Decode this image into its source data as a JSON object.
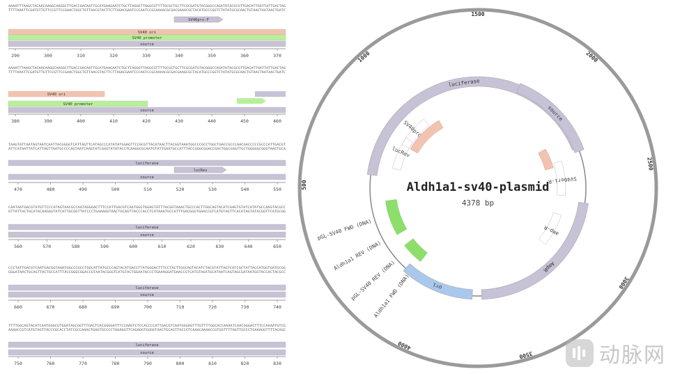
{
  "linear_map": {
    "rows": [
      {
        "seq": [
          "AAAATTTAAGCTACAACAAGGCAAGGCTTGACCGACAATTGCATGAAGAATCTGCTTAGGGTTAGGCGTTTTGCGCTGCTTCGCGATGTACGGGCCAGATATACGCGTTGACATTGATTATTGACTAG",
          "TTTTAAATTCGATGTTGTTCCGTTCCGAACTGGCTGTTAACGTACTTCTTAGACGAATCCCAATCCGCAAAACGCGACGAAGCGCTACATGCCCGGTCTATATGCGCAACTGTAACTAATAACTGATC"
        ],
        "features": [
          {
            "label": "SV40pro-F",
            "kind": "primer"
          },
          {
            "label": "SV40 ori",
            "kind": "ori"
          },
          {
            "label": "SV40 promoter",
            "kind": "promoter"
          },
          {
            "label": "source",
            "kind": "source"
          }
        ],
        "ticks": [
          "290",
          "300",
          "310",
          "320",
          "330",
          "340",
          "350",
          "360",
          "370"
        ]
      },
      {
        "seq": [
          "AAAATTTAAGCTACAACAAGGCAAGGCTTGACCGACAATTGCATGAAGAATCTGCTTAGGGTTAGGCGTTTTGCGCTGCTTCGCGATGTACGGGCCAGATATACGCGTTGACATTGATTATTGACTAG",
          "TTTTAAATTCGATGTTGTTCCGTTCCGAACTGGCTGTTAACGTACTTCTTAGACGAATCCCAATCCGCAAAACGCGACGAAGCGCTACATGCCCGGTCTATATGCGCAACTGTAACTAATAACTGATC"
        ],
        "features": [
          {
            "label": "SV40 ori",
            "kind": "ori"
          },
          {
            "label": "SV40 promoter",
            "kind": "promoter"
          },
          {
            "label": "source",
            "kind": "source"
          }
        ],
        "ticks": [
          "380",
          "390",
          "400",
          "410",
          "420",
          "430",
          "440",
          "450",
          "460"
        ]
      },
      {
        "seq": [
          "TAAGTATTAATAGTAATCAATTACGGGGTCATTAGTTCATAGCCCATATATGGAGTTCCGCGTTACATAACTTACGGTAAATGGCCCGCCTGGCTGACCGCCCAACGACCCCCGCCCATTGACGT",
          "ATTCATAATTATCATTAGTTAATGCCCCAGTAATCAAGTATCGGGTATATACCTCAAGGCGCAATGTATTGAATGCCATTTACCGGGCGGACCGACTGGCGGGTTGCTGGGGGCGGGTAACTGCA"
        ],
        "features": [
          {
            "label": "luciferase",
            "kind": "cds"
          },
          {
            "label": "lucRev",
            "kind": "primer"
          },
          {
            "label": "source",
            "kind": "source"
          }
        ],
        "ticks": [
          "470",
          "480",
          "490",
          "500",
          "510",
          "520",
          "530",
          "540",
          "550"
        ]
      },
      {
        "seq": [
          "CAATAATGACGTATGTTCCCATAGTAACGCCAATAGGGACTTTCCATTGACGTCAATGGGTGGAGTATTTACGGTAAACTGCCCACTTGGCAGTACATCAAGTGTATCATATGCCAAGTACGCC",
          "GTTATTACTGCATACAAGGGTATCATTGCGGTTATCCCTGAAAGGTAACTGCAGTTACCCACCTCATAAATGCCATTTGACGGGTGAACCGTCATGTAGTTCACATAGTATACGGTTCATGCGG"
        ],
        "features": [
          {
            "label": "luciferase",
            "kind": "cds"
          },
          {
            "label": "source",
            "kind": "source"
          }
        ],
        "ticks": [
          "560",
          "570",
          "580",
          "590",
          "600",
          "610",
          "620",
          "630",
          "640",
          "650"
        ]
      },
      {
        "seq": [
          "CCCTATTGACGTCAATGACGGTAAATGGCCCGCCTGGCATTATGCCCAGTACATGACCTTATGGGACTTTCCTACTTGGCAGTACATCTACGTATTAGTCATCGCTATTACCATGGTGATGCGG",
          "GGGATAACTGCAGTTACTGCCATTTACCGGGCGGACCGTAATACGGGTCATGTACTGGAATACCCTGAAAGGATGAACCGTCATGTAGATGCATAATCAGTAGCGATAATGGTACCACTACGCC"
        ],
        "features": [
          {
            "label": "luciferase",
            "kind": "cds"
          },
          {
            "label": "source",
            "kind": "source"
          }
        ],
        "ticks": [
          "660",
          "670",
          "680",
          "690",
          "700",
          "710",
          "720",
          "730",
          "740"
        ]
      },
      {
        "seq": [
          "TTTTGGCAGTACATCAATGGGCGTGGATAGCGGTTTGACTCACGGGGATTTCCAAGTCTCCACCCCATTGACGTCAATGGGAGTTTGTTTTGGCACCAAAATCAACGGGACTTTCCAAAATGTCG",
          "AAAACCGTCATGTAGTTACCCGCACCTATCGCCAAACTGAGTGCCCCTAAAGGTTCAGAGGTGGGGTAACTGCAGTTACCCTCAAACAAAACCGTGGTTTTAGTTGCCCTGAAAGGTTTTACAGC"
        ],
        "features": [
          {
            "label": "luciferase",
            "kind": "cds"
          },
          {
            "label": "source",
            "kind": "source"
          }
        ],
        "ticks": [
          "750",
          "760",
          "770",
          "780",
          "790",
          "800",
          "810",
          "820",
          "830"
        ]
      }
    ]
  },
  "plasmid": {
    "name": "Aldh1a1-sv40-plasmid",
    "length_label": "4378 bp",
    "ticks": [
      {
        "label": "1500",
        "angle": 0
      },
      {
        "label": "2000",
        "angle": 41
      },
      {
        "label": "2500",
        "angle": 82
      },
      {
        "label": "3000",
        "angle": 123
      },
      {
        "label": "3500",
        "angle": 164
      },
      {
        "label": "4000",
        "angle": 205
      },
      {
        "label": "500",
        "angle": 271
      },
      {
        "label": "1000",
        "angle": 319
      }
    ],
    "features": [
      {
        "label": "luciferase",
        "kind": "cds",
        "start": 277,
        "end": 68
      },
      {
        "label": "source",
        "kind": "source",
        "start": 22,
        "end": 70
      },
      {
        "label": "SV40ori-R",
        "kind": "primer",
        "start": 72,
        "end": 95
      },
      {
        "label": "AmpR",
        "kind": "cds",
        "start": 98,
        "end": 178
      },
      {
        "label": "ori",
        "kind": "ori",
        "start": 183,
        "end": 222
      },
      {
        "label": "amp-R",
        "kind": "primer",
        "start": 108,
        "end": 130
      },
      {
        "label": "lucRev",
        "kind": "primer",
        "start": 283,
        "end": 305
      },
      {
        "label": "SV40pro-F",
        "kind": "primer",
        "start": 300,
        "end": 322
      }
    ],
    "outer_labels": [
      "pGL-SV40 FWD (DNA)",
      "Aldh1a1 REV (DNA)",
      "pGL-SV40 REV (DNA)",
      "Aldh1a1 FWD (DNA)"
    ],
    "colors": {
      "cds": "#c7c2d6",
      "source": "#c7c2d6",
      "ori": "#a9c8ec",
      "primer": "#f2c4b0",
      "promoter": "#b8ef9a",
      "green_block": "#8ede6a",
      "ring": "#9a9a9a"
    }
  },
  "watermark": {
    "text": "动脉网"
  }
}
